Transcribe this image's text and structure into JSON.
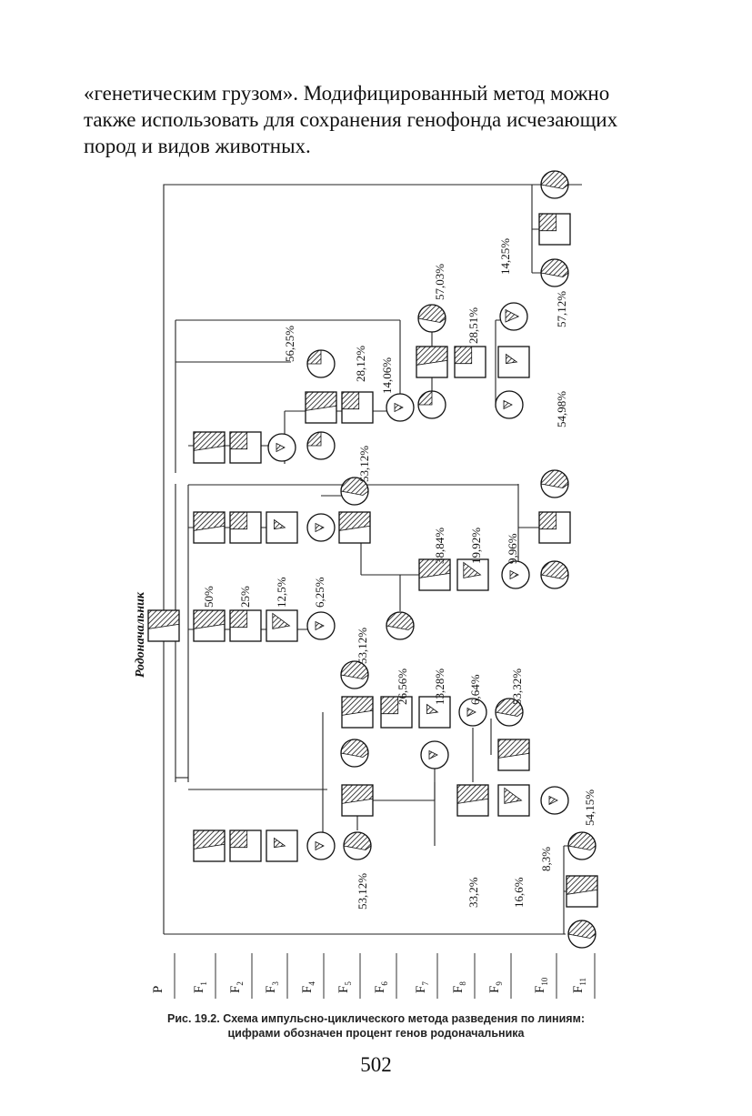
{
  "paragraph": {
    "line1": "«генетическим грузом». Модифицированный метод можно",
    "line2": "также использовать для сохранения генофонда исчезающих",
    "line3": "пород и видов животных."
  },
  "figure": {
    "founder_label": "Родоначальник",
    "generations": [
      "P",
      "F1",
      "F2",
      "F3",
      "F4",
      "F5",
      "F6",
      "F7",
      "F8",
      "F9",
      "F10",
      "F11"
    ],
    "center_percentages": [
      "50%",
      "25%",
      "12,5%",
      "6,25%"
    ],
    "top_line_percentages": [
      "56,25%",
      "28,12%",
      "14,06%",
      "57,03%",
      "28,51%",
      "14,25%",
      "57,12%"
    ],
    "top_branch_percentages": [
      "53,12%",
      "38,84%",
      "19,92%",
      "9,96%",
      "54,98%"
    ],
    "bottom_line_percentages": [
      "53,12%",
      "26,56%",
      "13,28%",
      "6,64%",
      "53,32%"
    ],
    "bottom_branch_percentages": [
      "53,12%",
      "33,2%",
      "16,6%",
      "8,3%",
      "54,15%"
    ]
  },
  "caption": {
    "line1": "Рис. 19.2. Схема импульсно-циклического метода разведения по линиям:",
    "line2": "цифрами обозначен процент генов родоначальника"
  },
  "page_number": "502"
}
